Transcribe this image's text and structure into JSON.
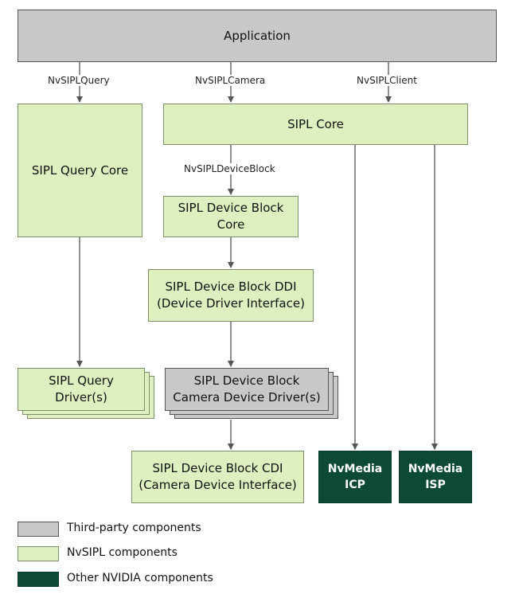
{
  "colors": {
    "third_party": "#c8c8c8",
    "nvsipl": "#def0c0",
    "other_nvidia": "#0c4a36",
    "arrow": "#555555"
  },
  "boxes": {
    "application": "Application",
    "sipl_core": "SIPL Core",
    "query_core": "SIPL Query Core",
    "device_block_core": "SIPL Device Block\nCore",
    "device_block_ddi": "SIPL Device Block DDI\n(Device Driver Interface)",
    "query_drivers": "SIPL Query\nDriver(s)",
    "camera_device_drivers": "SIPL Device Block\nCamera Device Driver(s)",
    "device_block_cdi": "SIPL Device Block CDI\n(Camera Device Interface)",
    "nvmedia_icp": "NvMedia\nICP",
    "nvmedia_isp": "NvMedia\nISP"
  },
  "interfaces": {
    "query": "NvSIPLQuery",
    "camera": "NvSIPLCamera",
    "client": "NvSIPLClient",
    "device_block": "NvSIPLDeviceBlock"
  },
  "legend": {
    "third_party": "Third-party components",
    "nvsipl": "NvSIPL components",
    "other_nvidia": "Other NVIDIA components"
  }
}
